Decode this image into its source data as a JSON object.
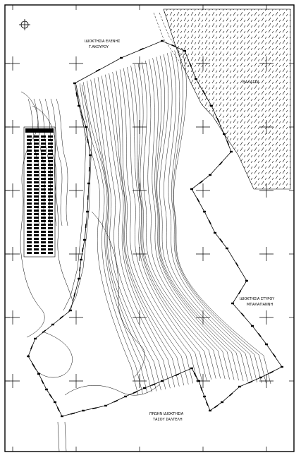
{
  "labels": {
    "owner_north_line1": "ΙΔΙΟΚΤΗΣΙΑ ΕΛΕΝΗΣ",
    "owner_north_line2": "Γ.ΑΚΟΥΡΟΥ",
    "sea": "ΘΑΛΑΣΣΑ",
    "owner_east_line1": "ΙΔΙΟΚΤΗΣΙΑ ΣΤΥΡΟΥ",
    "owner_east_line2": "ΜΠΑΛΑΓΙΑΝΝΗ",
    "owner_south_line1": "ΠΡΩΗΝ ΙΔΙΟΚΤΗΣΙΑ",
    "owner_south_line2": "ΤΑΣΟΥ ΣΑΛΤΕΛΗ"
  },
  "icons": {
    "north_marker": "crosshair-circle-icon"
  },
  "colors": {
    "ink": "#000000",
    "paper": "#ffffff"
  }
}
